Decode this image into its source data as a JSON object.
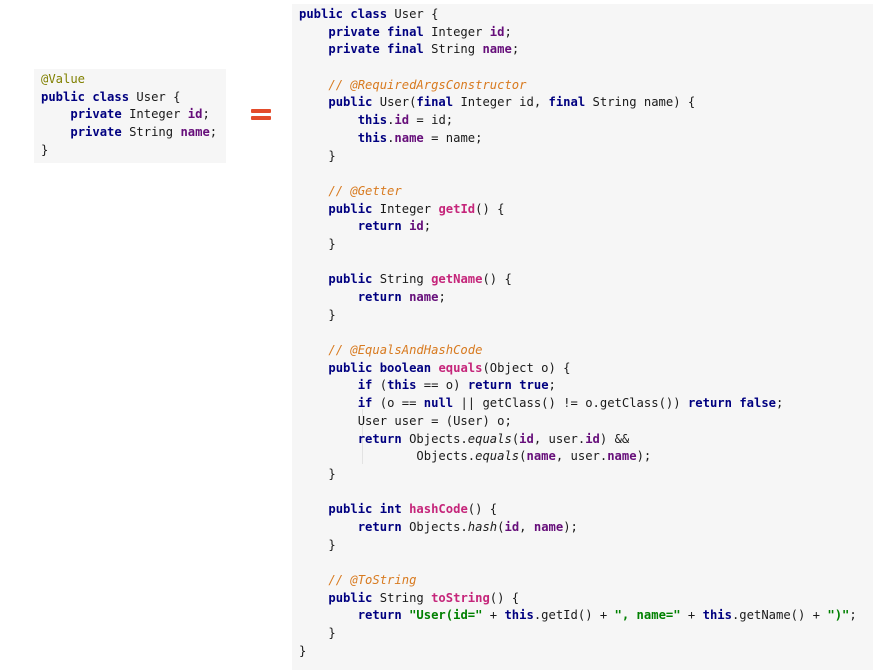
{
  "left": {
    "annotation": "@Value",
    "l1_kw": "public class",
    "l1_rest": " User {",
    "l2_kw": "private",
    "l2_type": " Integer ",
    "l2_field": "id",
    "l2_end": ";",
    "l3_kw": "private",
    "l3_type": " String ",
    "l3_field": "name",
    "l3_end": ";",
    "close": "}"
  },
  "right": {
    "class_kw": "public class",
    "class_rest": " User {",
    "f1_kw": "private final",
    "f1_type": " Integer ",
    "f1_name": "id",
    "f2_kw": "private final",
    "f2_type": " String ",
    "f2_name": "name",
    "semi": ";",
    "c_rac": "// @RequiredArgsConstructor",
    "ctor_kw": "public",
    "ctor_a": " User(",
    "ctor_final1": "final",
    "ctor_b": " Integer id, ",
    "ctor_final2": "final",
    "ctor_c": " String name) {",
    "this1": "this",
    "dot": ".",
    "id": "id",
    "assign_id": " = id;",
    "this2": "this",
    "name": "name",
    "assign_name": " = name;",
    "close_brace": "}",
    "c_getter": "// @Getter",
    "public": "public",
    "integer_sp": " Integer ",
    "getId": "getId",
    "paren_open": "() {",
    "return": "return",
    "sp": " ",
    "string_sp": " String ",
    "getName": "getName",
    "c_eq": "// @EqualsAndHashCode",
    "public_boolean": "public boolean",
    "equals": "equals",
    "eq_params": "(Object o) {",
    "if": "if",
    "paren_l": " (",
    "this": "this",
    "eq_o": " == o) ",
    "true": "true",
    "o_eq": " (o == ",
    "null": "null",
    "getclass_cmp": " || getClass() != o.getClass()) ",
    "false": "false",
    "user_cast": "User user = (User) o;",
    "objects_dot": " Objects.",
    "equals_it": "equals",
    "eq_args_a": "(",
    "eq_args_b": ", user.",
    "eq_args_c": ") &&",
    "objects_dot2": "Objects.",
    "eq_args_d": "(",
    "eq_args_e": ", user.",
    "eq_args_f": ");",
    "public_int": "public int",
    "hashCode": "hashCode",
    "hash_it": "hash",
    "hash_args_a": "(",
    "hash_args_b": ", ",
    "hash_args_c": ");",
    "c_tostring": "// @ToString",
    "toString": "toString",
    "str1": "\"User(id=\"",
    "plus": " + ",
    "getId_call": ".getId()",
    "str2": "\", name=\"",
    "getName_call": ".getName()",
    "str3": "\")\"",
    "semi_end": ";",
    "class_close": "}"
  },
  "colors": {
    "keyword": "#000080",
    "field": "#660e7a",
    "method": "#c5257a",
    "annotation": "#808000",
    "comment": "#d87a1f",
    "string": "#008000",
    "equals_sign": "#e34b2a",
    "panel_bg": "#f6f6f6"
  },
  "icons": {
    "equals": "equals-sign-icon"
  }
}
